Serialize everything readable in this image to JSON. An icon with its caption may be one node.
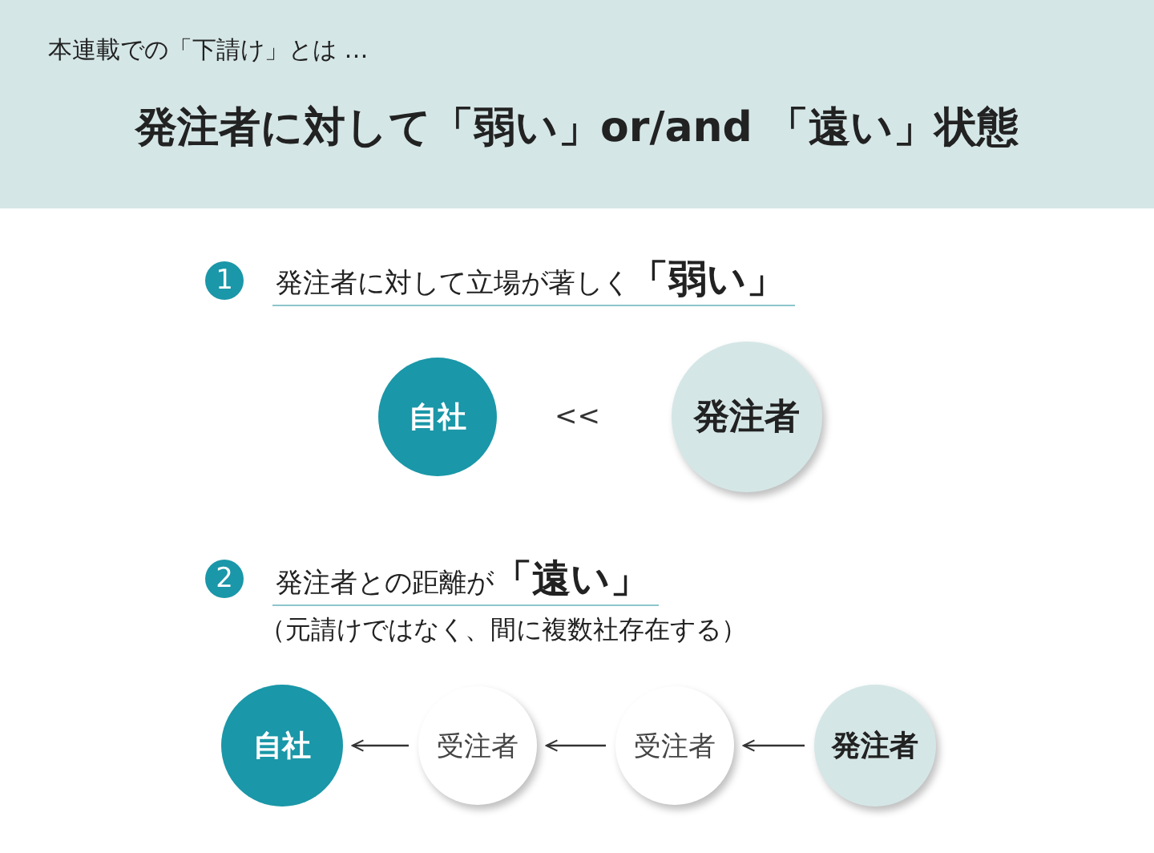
{
  "diagram": {
    "title": "発注者に対して「弱い」or/and 「遠い」状態",
    "nodes": [
      {
        "text": [
          "自社"
        ]
      },
      {
        "text": [
          "発注者"
        ]
      },
      {
        "text": [
          "自社"
        ]
      },
      {
        "text": [
          "受注者"
        ]
      },
      {
        "text": [
          "受注者"
        ]
      },
      {
        "text": [
          "発注者"
        ]
      }
    ],
    "edges": [
      {
        "from": 3,
        "to": 2,
        "arrow": "to"
      },
      {
        "from": 4,
        "to": 3,
        "arrow": "to"
      },
      {
        "from": 5,
        "to": 4,
        "arrow": "to"
      }
    ],
    "labels": [
      "本連載での「下請け」とは …",
      "1",
      "発注者に対して立場が著しく**「弱い」**",
      "<<",
      "2",
      "発注者との距離が**「遠い」**",
      "（元請けではなく、間に複数社存在する）"
    ]
  }
}
